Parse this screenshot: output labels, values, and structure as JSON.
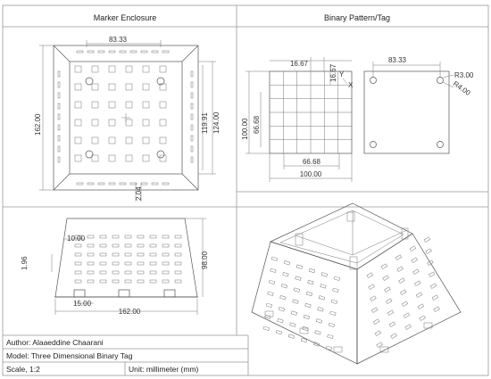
{
  "titles": {
    "left": "Marker Enclosure",
    "right": "Binary Pattern/Tag"
  },
  "dims": {
    "enc_width": "83.33",
    "enc_height": "162.00",
    "enc_inner_a": "119.91",
    "enc_inner_b": "124.00",
    "enc_wall": "2.04",
    "tag_cell_w": "16.67",
    "tag_cell_h": "16.67",
    "tag_h_a": "100.00",
    "tag_h_b": "66.68",
    "tag_w_a": "66.68",
    "tag_w_b": "100.00",
    "tag2_w": "83.33",
    "tag2_r1": "R3.00",
    "tag2_r2": "R4.00",
    "axis_y": "Y",
    "axis_x": "X",
    "side_top": "10.00",
    "side_slot": "1.96",
    "side_height": "98.00",
    "side_foot": "15.00",
    "side_width": "162.00"
  },
  "title_block": {
    "author": "Author: Alaaeddine Chaarani",
    "model": "Model: Three Dimensional Binary Tag",
    "scale": "Scale, 1:2",
    "unit": "Unit: millimeter (mm)"
  }
}
